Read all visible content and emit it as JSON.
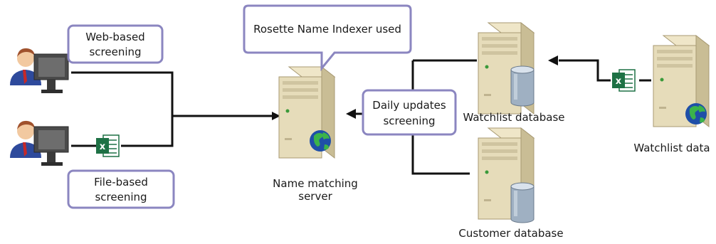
{
  "callouts": {
    "web_based_line1": "Web-based",
    "web_based_line2": "screening",
    "file_based_line1": "File-based",
    "file_based_line2": "screening",
    "indexer": "Rosette Name Indexer used",
    "daily_line1": "Daily updates",
    "daily_line2": "screening"
  },
  "labels": {
    "server_line1": "Name matching",
    "server_line2": "server",
    "watchlist_db": "Watchlist database",
    "customer_db": "Customer database",
    "watchlist_data": "Watchlist data"
  },
  "icons": {
    "user": "user-at-computer-icon",
    "excel": "excel-file-icon",
    "server": "server-tower-icon",
    "globe": "globe-icon",
    "database": "database-cylinder-icon"
  },
  "colors": {
    "callout_border": "#8b86c0",
    "connector": "#111111",
    "server_body": "#d9cfae",
    "excel_green": "#1e7145"
  }
}
